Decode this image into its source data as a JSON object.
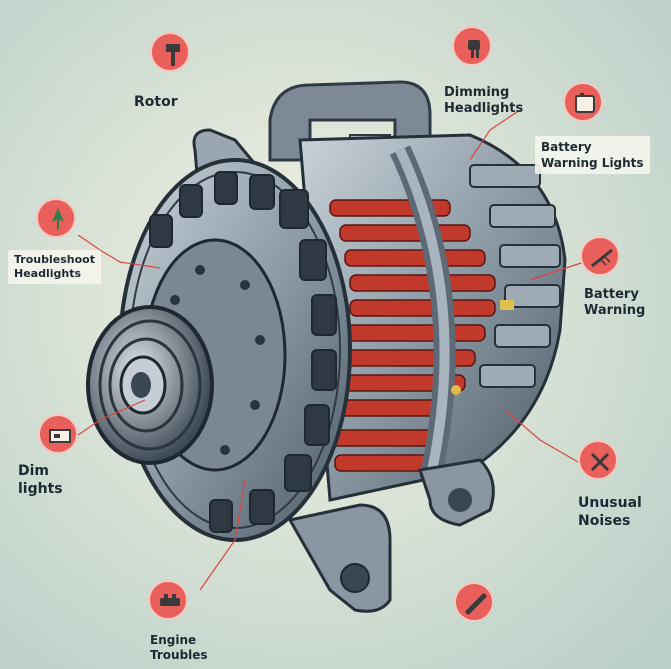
{
  "labels": {
    "rotor": "Rotor",
    "dimming_headlights": "Dimming\nHeadlights",
    "battery_warning_lights": "Battery\nWarning Lights",
    "troubleshoot_headlights": "Troubleshoot\nHeadlights",
    "battery_warning": "Battery\nWarning",
    "dim_lights": "Dim\nlights",
    "unusual_noises": "Unusual\nNoises",
    "engine_troubles": "Engine\nTroubles"
  },
  "colors": {
    "background_center": "#f4f2e2",
    "background_edge": "#b9cfc8",
    "metal_light": "#aab5bd",
    "metal_dark": "#3c4a56",
    "coil_red": "#c0392b",
    "callout_red": "#e85f5c"
  },
  "icons": [
    "brush-icon",
    "plug-icon",
    "battery-icon",
    "arrow-up-icon",
    "comb-icon",
    "display-icon",
    "wrench-icon",
    "connector-icon",
    "clip-icon"
  ]
}
